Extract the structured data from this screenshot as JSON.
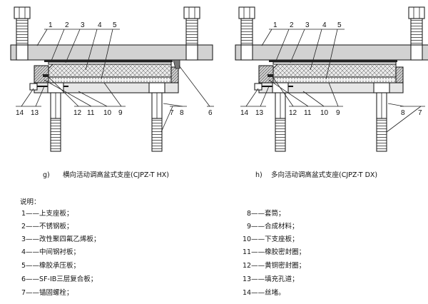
{
  "diagrams": [
    {
      "label": "g)",
      "caption": "横向活动调高盆式支座(CJPZ-T HX)",
      "callouts": [
        "1",
        "2",
        "3",
        "4",
        "5",
        "14",
        "13",
        "12",
        "11",
        "10",
        "9",
        "7",
        "8",
        "6"
      ]
    },
    {
      "label": "h)",
      "caption": "多向活动调高盆式支座(CJPZ-T DX)",
      "callouts": [
        "1",
        "2",
        "3",
        "4",
        "5",
        "14",
        "13",
        "12",
        "11",
        "10",
        "9",
        "8",
        "7"
      ]
    }
  ],
  "legend": {
    "title": "说明：",
    "items": [
      "1——上支座板；",
      "2——不锈钢板；",
      "3——改性聚四氟乙烯板；",
      "4——中间钢衬板；",
      "5——橡胶承压板；",
      "6——SF-ⅠB三层复合板；",
      "7——锚固螺栓；",
      "8——套筒；",
      "9——合成材料；",
      "10——下支座板；",
      "11——橡胶密封圈；",
      "12——黄铜密封圈；",
      "13——填充孔道；",
      "14——丝堵。"
    ]
  }
}
